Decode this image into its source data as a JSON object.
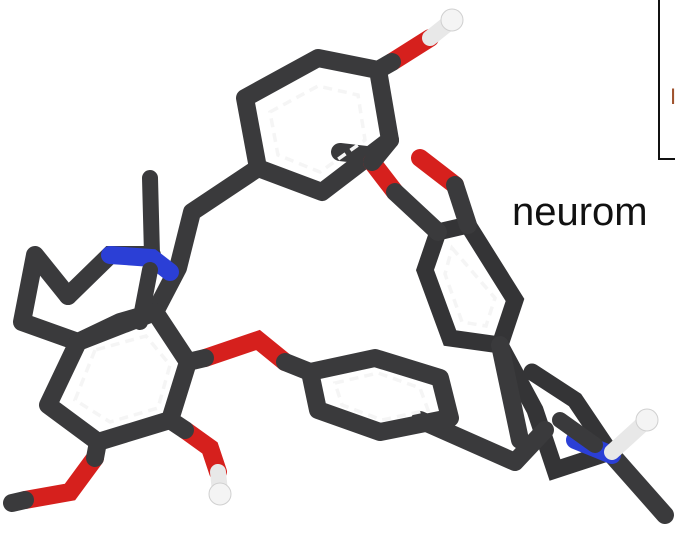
{
  "caption": "neurom",
  "frame_label": "I",
  "colors": {
    "carbon": "#3a3a3c",
    "oxygen": "#d6201d",
    "nitrogen": "#2b3fd6",
    "hydrogen": "#f2f2f2",
    "background": "#ffffff"
  },
  "atom_elements": [
    "C",
    "O",
    "N",
    "H"
  ]
}
